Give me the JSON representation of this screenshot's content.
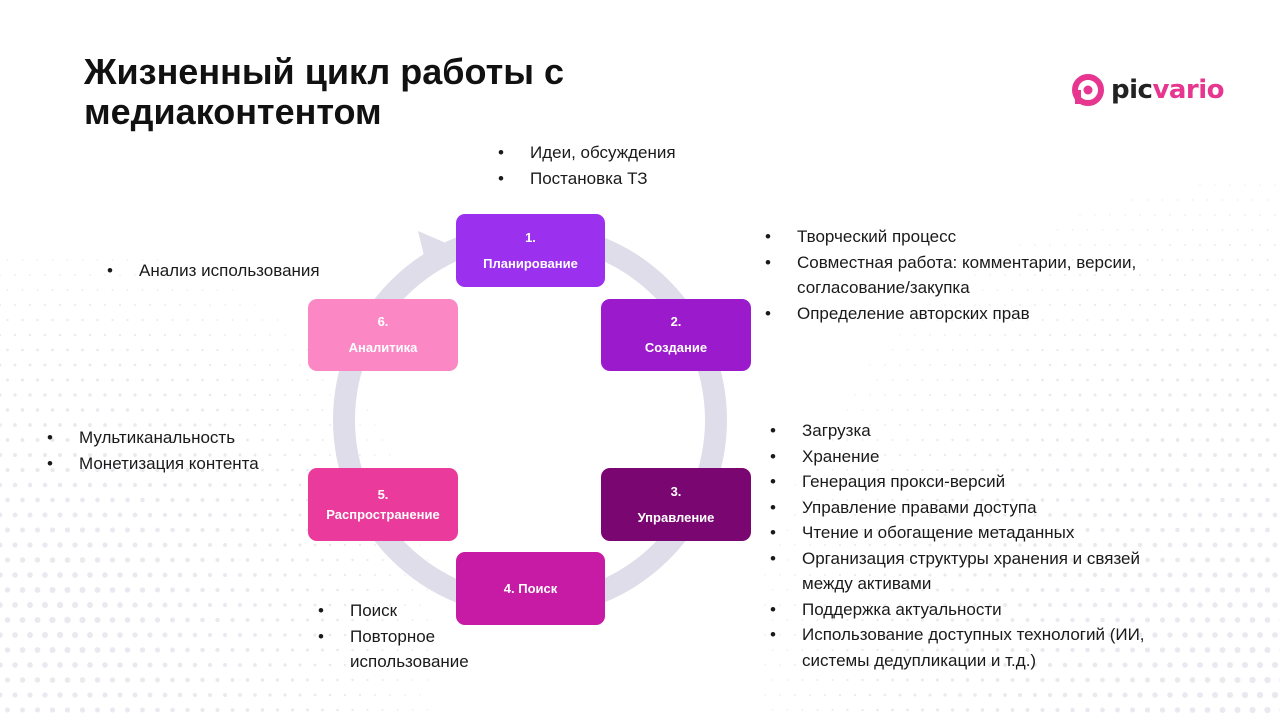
{
  "title": "Жизненный цикл работы с медиаконтентом",
  "logo": {
    "part1": "pic",
    "part2": "vario"
  },
  "colors": {
    "stage1": "#9b30ee",
    "stage2": "#9b1acc",
    "stage3": "#7a0672",
    "stage4": "#c71aa5",
    "stage5": "#ea3a9b",
    "stage6": "#fb87c5",
    "cycle_ring": "#dedde9",
    "brand_pink": "#e7368f"
  },
  "stages": [
    {
      "number": "1.",
      "label": "Планирование",
      "notes": [
        "Идеи, обсуждения",
        "Постановка ТЗ"
      ]
    },
    {
      "number": "2.",
      "label": "Создание",
      "notes": [
        "Творческий процесс",
        "Совместная работа: комментарии, версии, согласование/закупка",
        "Определение авторских прав"
      ]
    },
    {
      "number": "3.",
      "label": "Управление",
      "notes": [
        "Загрузка",
        "Хранение",
        "Генерация прокси-версий",
        "Управление правами доступа",
        "Чтение и обогащение метаданных",
        "Организация структуры хранения и связей между активами",
        "Поддержка актуальности",
        "Использование доступных технологий (ИИ, системы дедупликации и т.д.)"
      ]
    },
    {
      "number": "4.",
      "label": "Поиск",
      "full_label": "4. Поиск",
      "notes": [
        "Поиск",
        "Повторное использование"
      ]
    },
    {
      "number": "5.",
      "label": "Распространение",
      "notes": [
        "Мультиканальность",
        "Монетизация контента"
      ]
    },
    {
      "number": "6.",
      "label": "Аналитика",
      "notes": [
        "Анализ использования"
      ]
    }
  ]
}
